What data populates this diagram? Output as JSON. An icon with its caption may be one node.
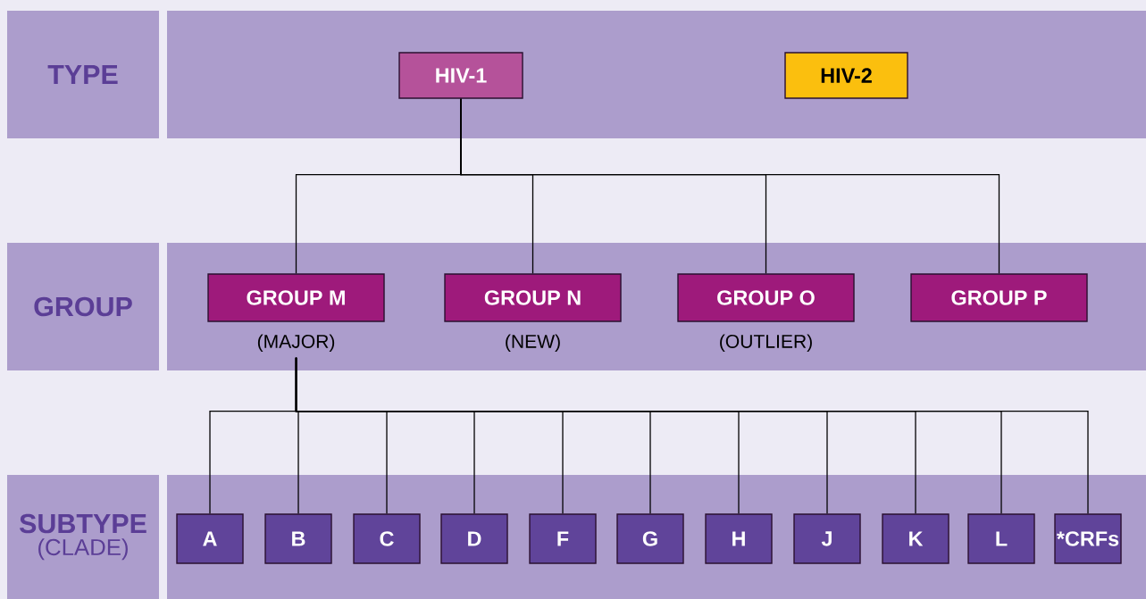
{
  "diagram": {
    "nodes": [
      {
        "text": [
          "TYPE"
        ]
      },
      {
        "text": [],
        "shape": "band"
      },
      {
        "text": [
          "HIV-1"
        ],
        "in": 1
      },
      {
        "text": [
          "HIV-2"
        ],
        "in": 1
      },
      {
        "text": [
          "GROUP"
        ]
      },
      {
        "text": [],
        "shape": "band"
      },
      {
        "text": [
          "GROUP M"
        ],
        "in": 5,
        "beside": [
          "(MAJOR)"
        ]
      },
      {
        "text": [
          "GROUP N"
        ],
        "in": 5,
        "beside": [
          "(NEW)"
        ]
      },
      {
        "text": [
          "GROUP O"
        ],
        "in": 5,
        "beside": [
          "(OUTLIER)"
        ]
      },
      {
        "text": [
          "GROUP P"
        ],
        "in": 5
      },
      {
        "text": [
          "SUBTYPE",
          "(CLADE)"
        ]
      },
      {
        "text": [],
        "shape": "band"
      },
      {
        "text": [
          "A"
        ],
        "in": 11
      },
      {
        "text": [
          "B"
        ],
        "in": 11
      },
      {
        "text": [
          "C"
        ],
        "in": 11
      },
      {
        "text": [
          "D"
        ],
        "in": 11
      },
      {
        "text": [
          "F"
        ],
        "in": 11
      },
      {
        "text": [
          "G"
        ],
        "in": 11
      },
      {
        "text": [
          "H"
        ],
        "in": 11
      },
      {
        "text": [
          "J"
        ],
        "in": 11
      },
      {
        "text": [
          "K"
        ],
        "in": 11
      },
      {
        "text": [
          "L"
        ],
        "in": 11
      },
      {
        "text": [
          "*CRFs"
        ],
        "in": 11
      }
    ],
    "edges": [
      {
        "from": 2,
        "to": 6,
        "arrow": "none"
      },
      {
        "from": 2,
        "to": 7,
        "arrow": "none"
      },
      {
        "from": 2,
        "to": 8,
        "arrow": "none"
      },
      {
        "from": 2,
        "to": 9,
        "arrow": "none"
      },
      {
        "from": 6,
        "to": 12,
        "arrow": "none"
      },
      {
        "from": 6,
        "to": 13,
        "arrow": "none"
      },
      {
        "from": 6,
        "to": 14,
        "arrow": "none"
      },
      {
        "from": 6,
        "to": 15,
        "arrow": "none"
      },
      {
        "from": 6,
        "to": 16,
        "arrow": "none"
      },
      {
        "from": 6,
        "to": 17,
        "arrow": "none"
      },
      {
        "from": 6,
        "to": 18,
        "arrow": "none"
      },
      {
        "from": 6,
        "to": 19,
        "arrow": "none"
      },
      {
        "from": 6,
        "to": 20,
        "arrow": "none"
      },
      {
        "from": 6,
        "to": 21,
        "arrow": "none"
      },
      {
        "from": 6,
        "to": 22,
        "arrow": "none"
      }
    ]
  }
}
